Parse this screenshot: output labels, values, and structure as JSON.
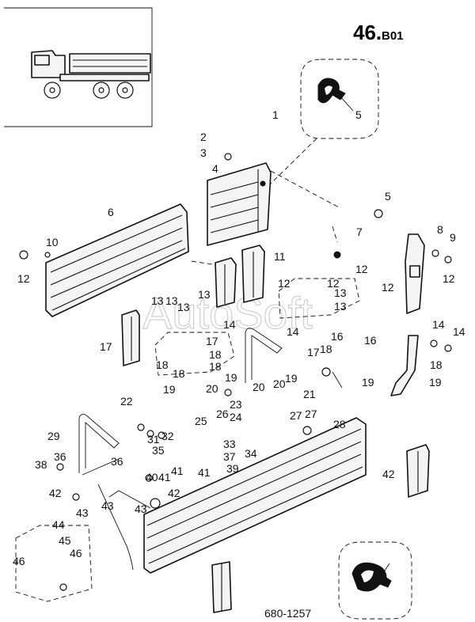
{
  "page_number": "46.",
  "page_suffix": "B01",
  "drawing_number": "680-1257",
  "watermark": "AutoSoft",
  "part_callouts": [
    "1",
    "2",
    "3",
    "4",
    "5",
    "5",
    "6",
    "7",
    "8",
    "9",
    "10",
    "11",
    "12",
    "12",
    "12",
    "12",
    "12",
    "12",
    "13",
    "13",
    "13",
    "13",
    "13",
    "13",
    "14",
    "14",
    "14",
    "14",
    "16",
    "16",
    "17",
    "17",
    "17",
    "18",
    "18",
    "18",
    "18",
    "18",
    "18",
    "19",
    "19",
    "19",
    "19",
    "19",
    "20",
    "20",
    "20",
    "21",
    "22",
    "23",
    "24",
    "25",
    "26",
    "27",
    "27",
    "28",
    "29",
    "31",
    "32",
    "33",
    "34",
    "35",
    "36",
    "36",
    "37",
    "38",
    "39",
    "40",
    "41",
    "41",
    "41",
    "42",
    "42",
    "42",
    "43",
    "43",
    "43",
    "44",
    "45",
    "46",
    "46"
  ]
}
